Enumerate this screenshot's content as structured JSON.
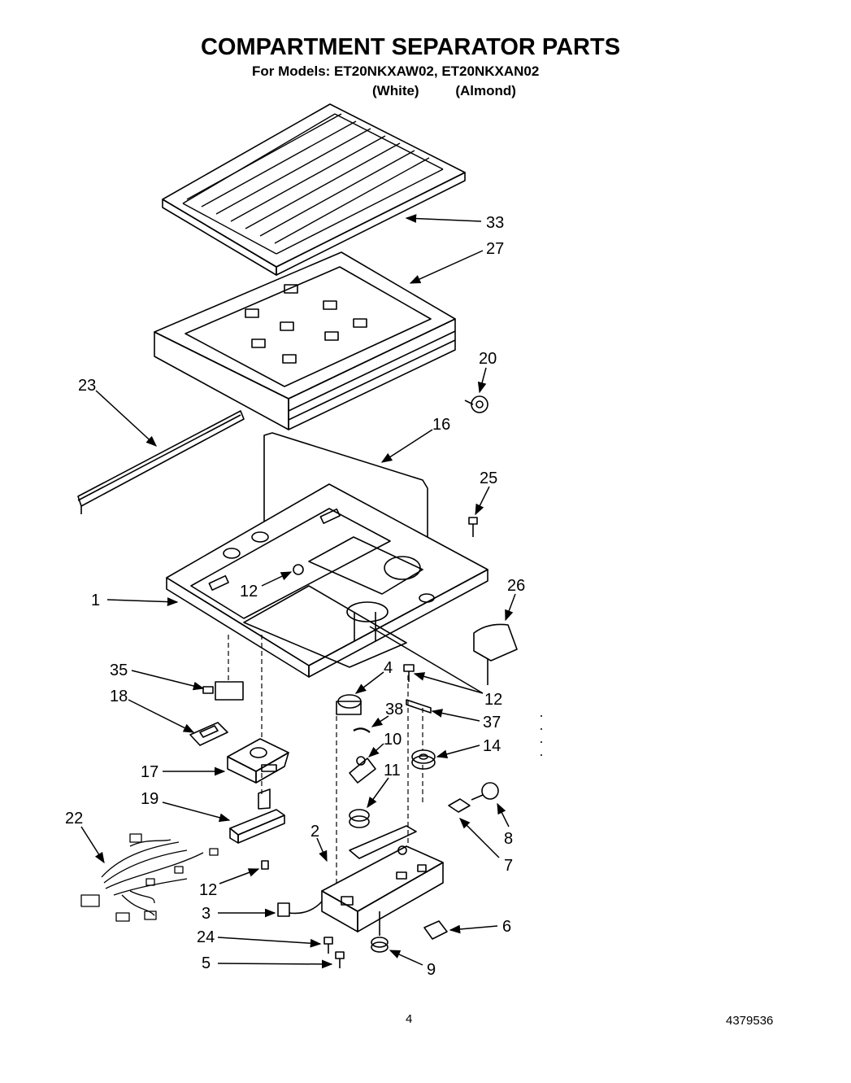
{
  "header": {
    "title": "COMPARTMENT SEPARATOR PARTS",
    "models_line": "For Models: ET20NKXAW02, ET20NKXAN02",
    "color_white": "(White)",
    "color_almond": "(Almond)"
  },
  "callouts": {
    "c33": "33",
    "c27": "27",
    "c20": "20",
    "c23": "23",
    "c16": "16",
    "c25": "25",
    "c1": "1",
    "c12a": "12",
    "c26": "26",
    "c35": "35",
    "c4": "4",
    "c12b": "12",
    "c18": "18",
    "c38": "38",
    "c37": "37",
    "c10": "10",
    "c14": "14",
    "c17": "17",
    "c11": "11",
    "c19": "19",
    "c22": "22",
    "c2": "2",
    "c8": "8",
    "c7": "7",
    "c12c": "12",
    "c3": "3",
    "c6": "6",
    "c24": "24",
    "c5": "5",
    "c9": "9"
  },
  "footer": {
    "page_number": "4",
    "document_number": "4379536"
  }
}
